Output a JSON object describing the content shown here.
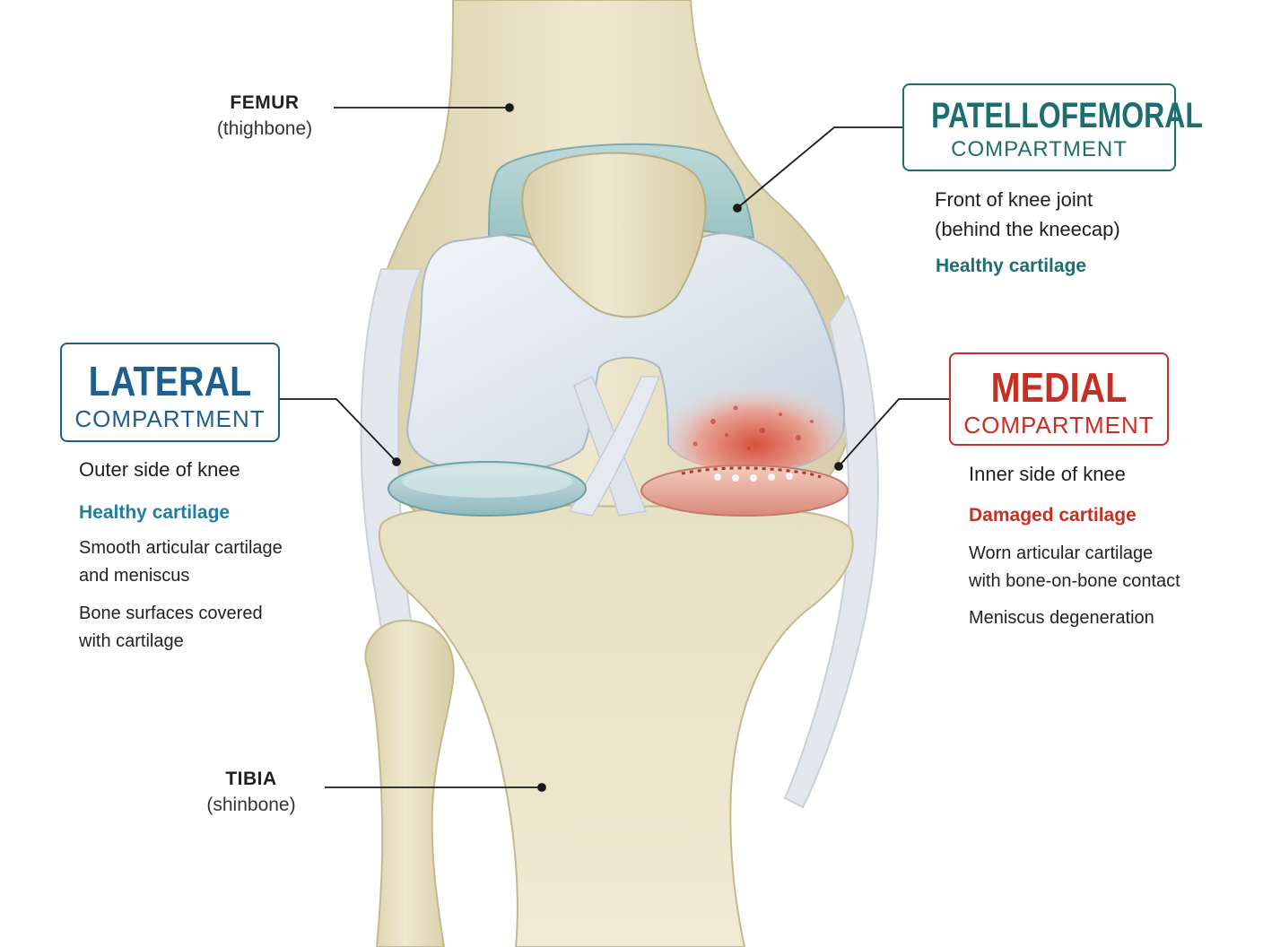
{
  "femur": {
    "title": "FEMUR",
    "subtitle": "(thighbone)"
  },
  "tibia": {
    "title": "TIBIA",
    "subtitle": "(shinbone)"
  },
  "patellofemoral": {
    "title": "PATELLOFEMORAL",
    "subtitle": "COMPARTMENT",
    "description": [
      "Front of knee joint",
      "(behind the kneecap)"
    ],
    "status": "Healthy cartilage",
    "color": "#1d6e6e"
  },
  "lateral": {
    "title": "LATERAL",
    "subtitle": "COMPARTMENT",
    "description": [
      "Outer side of knee"
    ],
    "status": "Healthy cartilage",
    "notes": [
      [
        "Smooth articular cartilage",
        "and meniscus"
      ],
      [
        "Bone surfaces covered",
        "with cartilage"
      ]
    ],
    "color": "#1f5f8f"
  },
  "medial": {
    "title": "MEDIAL",
    "subtitle": "COMPARTMENT",
    "description": [
      "Inner side of knee"
    ],
    "status": "Damaged cartilage",
    "notes": [
      [
        "Worn articular cartilage",
        "with bone-on-bone contact"
      ],
      [
        "Meniscus degeneration"
      ]
    ],
    "color": "#c62f24"
  }
}
